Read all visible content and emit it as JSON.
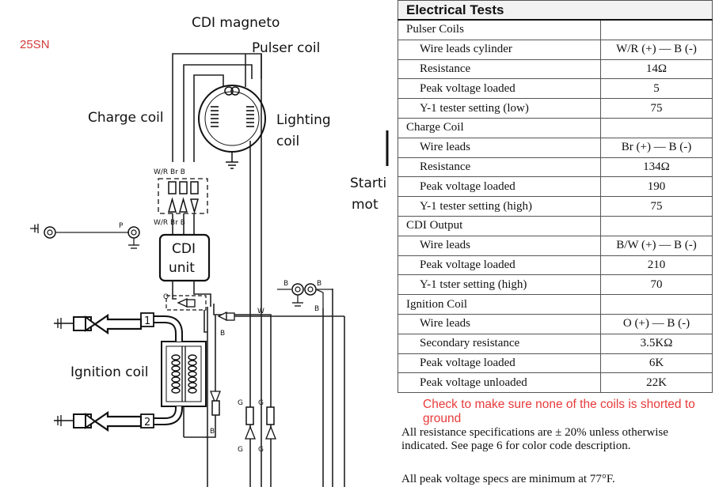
{
  "model_tag": "25SN",
  "diagram": {
    "cdi_magneto": "CDI magneto",
    "pulser_coil": "Pulser coil",
    "charge_coil": "Charge coil",
    "lighting_coil_1": "Lighting",
    "lighting_coil_2": "coil",
    "starter_1": "Starti",
    "starter_2": "mot",
    "cdi_unit_1": "CDI",
    "cdi_unit_2": "unit",
    "ignition_coil": "Ignition coil",
    "conn_top": "W/R Br B",
    "conn_bottom": "W/R Br B",
    "terminal_p": "P",
    "wire_o": "O",
    "wire_b1": "B",
    "wire_b2": "B",
    "wire_b3": "B",
    "wire_b4": "B",
    "wire_b5": "B",
    "wire_w": "W",
    "wire_g1": "G",
    "wire_g2": "G",
    "wire_g3": "G",
    "wire_g4": "G",
    "coil_1": "1",
    "coil_2": "2"
  },
  "table": {
    "title": "Electrical Tests",
    "sections": [
      {
        "name": "Pulser Coils",
        "rows": [
          {
            "label": "Wire leads cylinder",
            "value": "W/R (+) — B (-)"
          },
          {
            "label": "Resistance",
            "value": "14Ω"
          },
          {
            "label": "Peak voltage loaded",
            "value": "5"
          },
          {
            "label": "Y-1 tester setting (low)",
            "value": "75"
          }
        ]
      },
      {
        "name": "Charge Coil",
        "rows": [
          {
            "label": "Wire leads",
            "value": "Br (+) — B (-)"
          },
          {
            "label": "Resistance",
            "value": "134Ω"
          },
          {
            "label": "Peak voltage loaded",
            "value": "190"
          },
          {
            "label": "Y-1 tester setting (high)",
            "value": "75"
          }
        ]
      },
      {
        "name": "CDI Output",
        "rows": [
          {
            "label": "Wire leads",
            "value": "B/W (+) — B (-)"
          },
          {
            "label": "Peak voltage loaded",
            "value": "210"
          },
          {
            "label": "Y-1 tster setting (high)",
            "value": "70"
          }
        ]
      },
      {
        "name": "Ignition Coil",
        "rows": [
          {
            "label": "Wire leads",
            "value": "O (+) — B (-)"
          },
          {
            "label": "Secondary resistance",
            "value": "3.5KΩ"
          },
          {
            "label": "Peak voltage loaded",
            "value": "6K"
          },
          {
            "label": "Peak voltage unloaded",
            "value": "22K"
          }
        ]
      }
    ]
  },
  "notes": {
    "warning": "Check to make sure none of the coils is shorted to ground",
    "resistance": "All resistance specifications are ± 20% unless otherwise indicated. See page 6 for color code description.",
    "voltage": "All peak voltage specs are minimum at 77°F."
  }
}
